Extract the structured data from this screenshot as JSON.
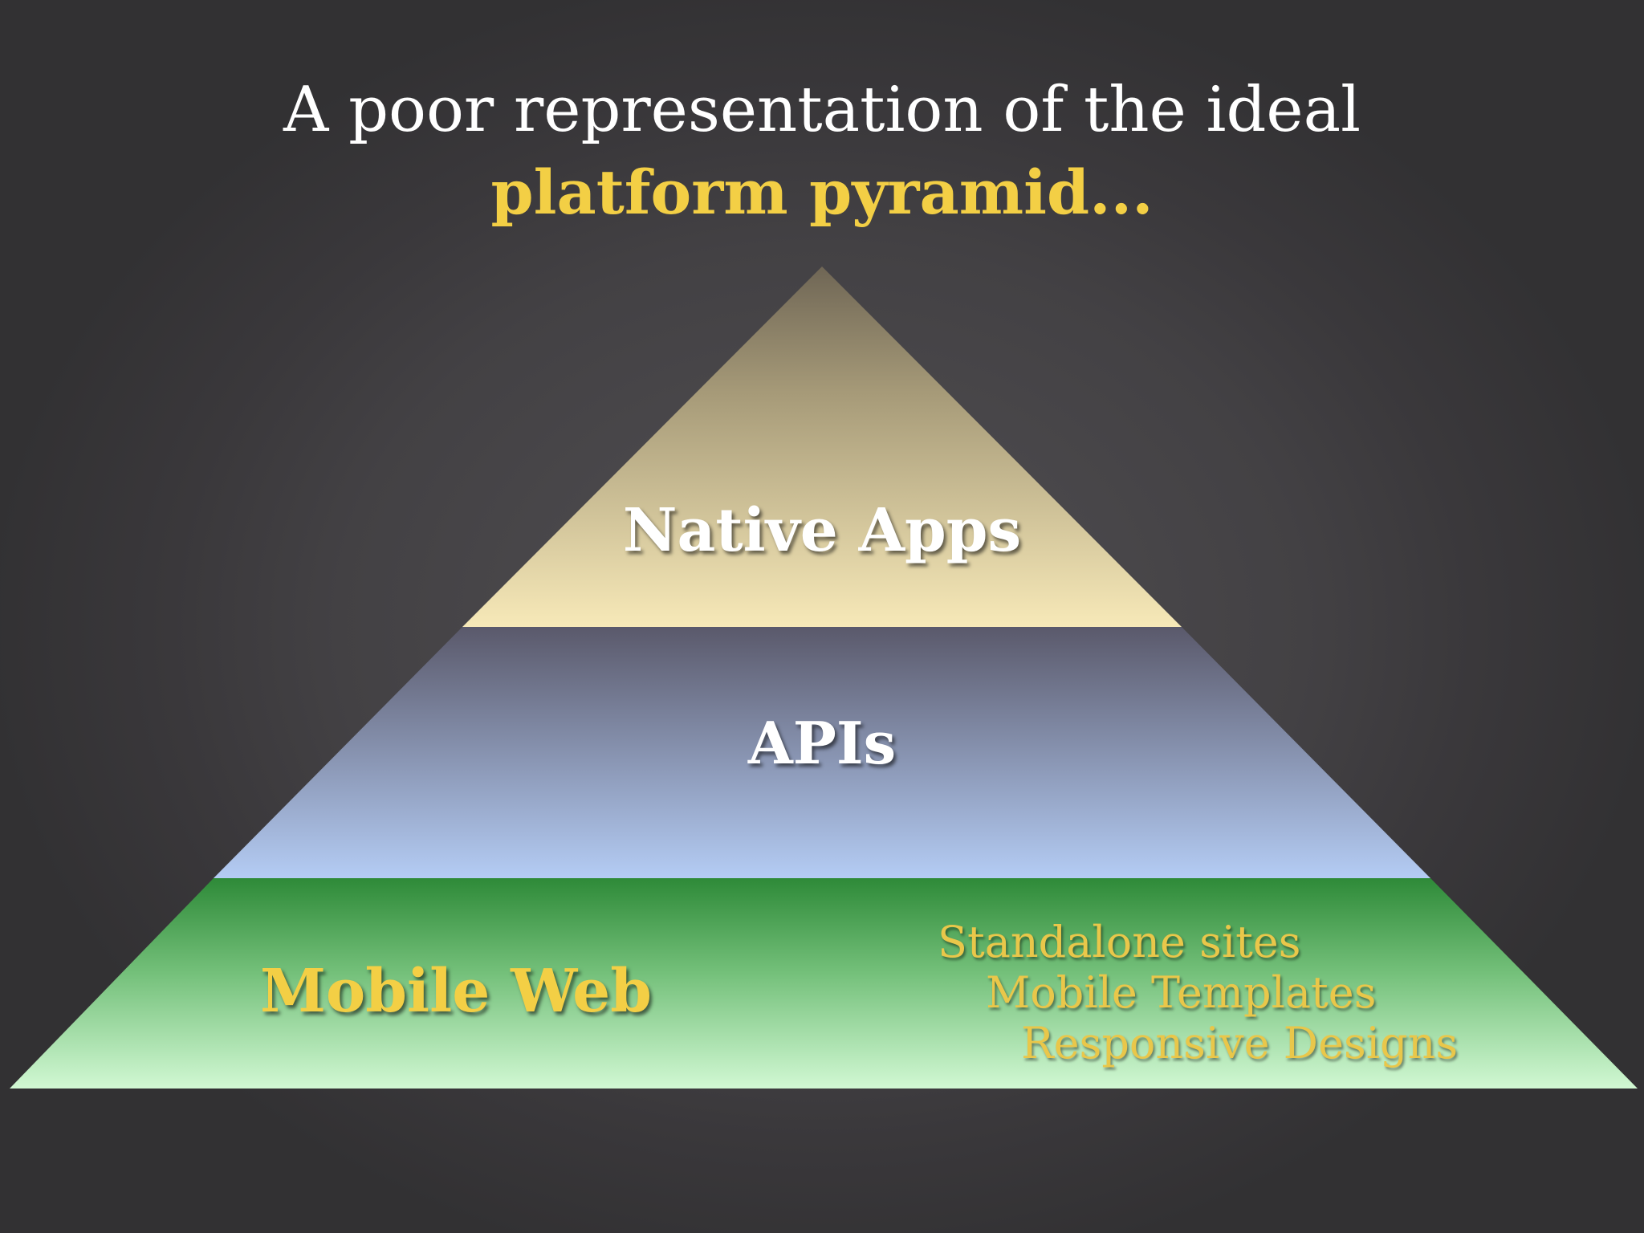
{
  "title": {
    "line1": "A poor representation of the ideal",
    "line2": "platform pyramid..."
  },
  "tiers": [
    {
      "label": "Native Apps"
    },
    {
      "label": "APIs"
    },
    {
      "label": "Mobile Web"
    }
  ],
  "base_items": [
    "Standalone sites",
    "Mobile Templates",
    "Responsive Designs"
  ],
  "colors": {
    "background": "#323133",
    "title_text": "#ffffff",
    "title_accent": "#f3cf45",
    "tier_top_fill_top": "#7a6f58",
    "tier_top_fill_bottom": "#f7e9b8",
    "tier_mid_fill_top": "#5e5d70",
    "tier_mid_fill_bottom": "#b3cbf2",
    "tier_base_fill_top": "#2f8b3a",
    "tier_base_fill_bottom": "#cdf6cf",
    "base_items_text": "#e9c74a"
  }
}
